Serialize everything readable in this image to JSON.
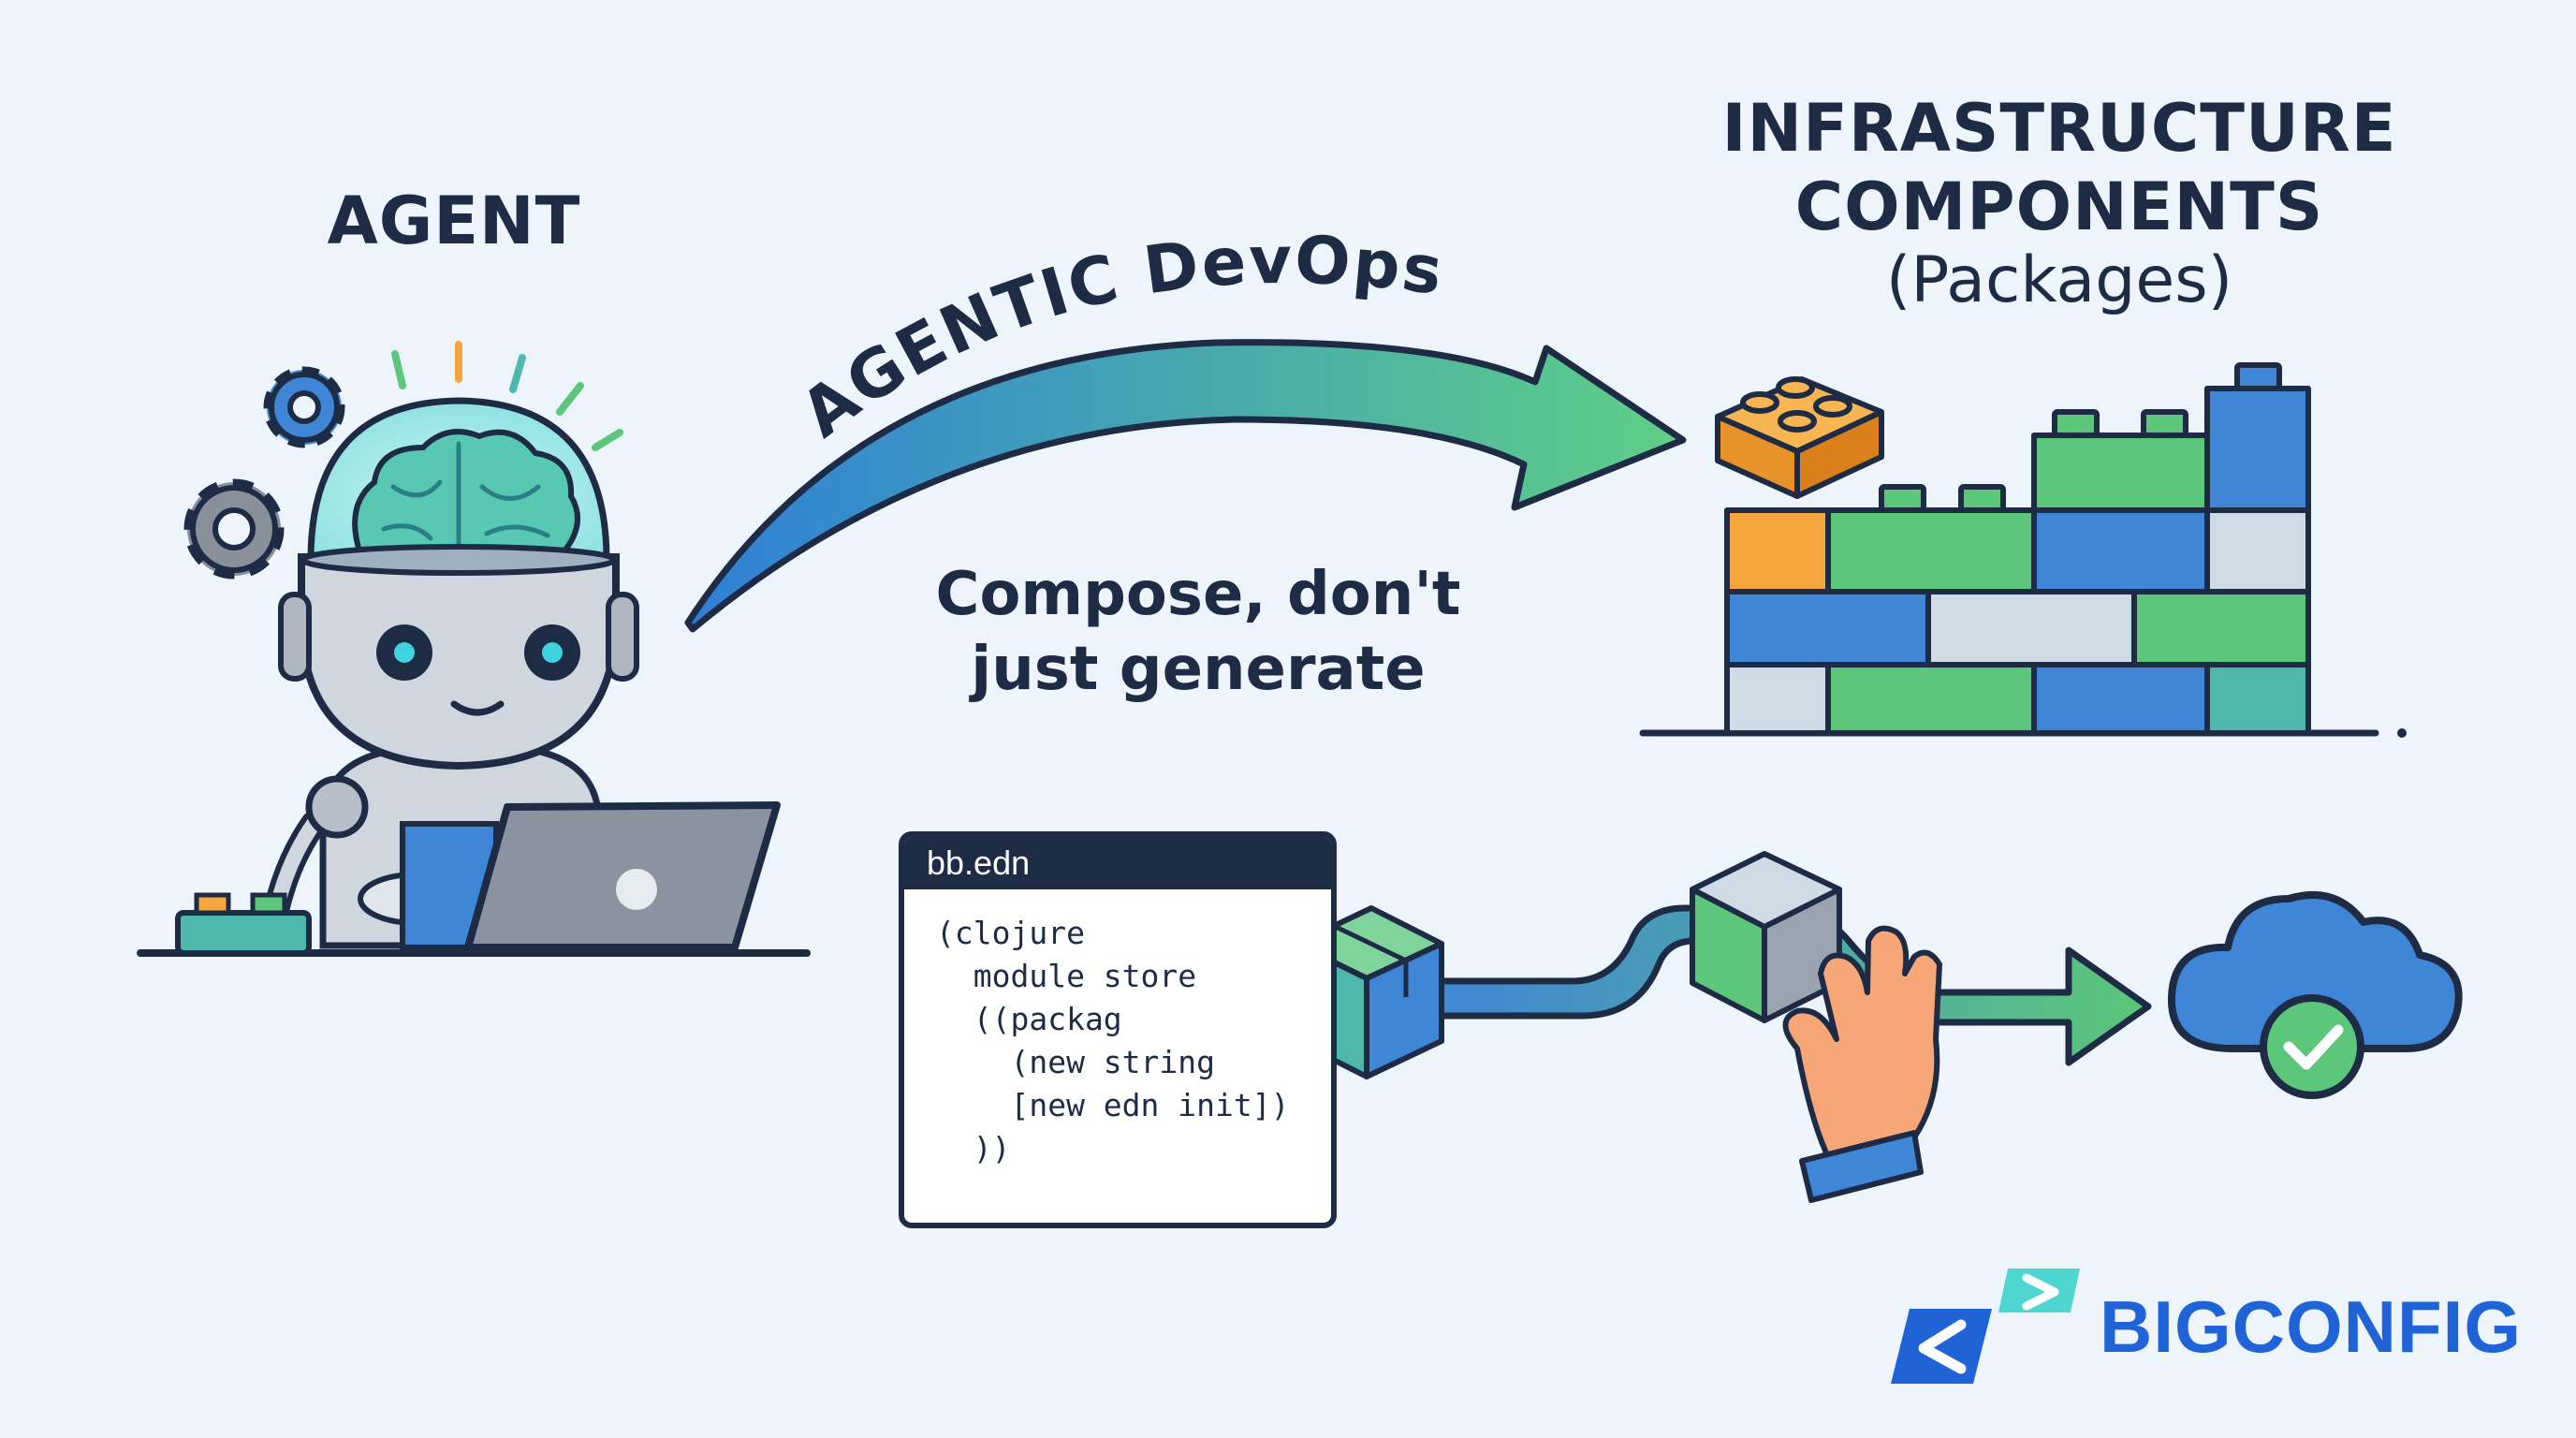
{
  "agent": {
    "title": "AGENT"
  },
  "arrow": {
    "label": "AGENTIC DevOps"
  },
  "tagline": {
    "line1": "Compose, don't",
    "line2": "just generate"
  },
  "infrastructure": {
    "title_line1": "INFRASTRUCTURE",
    "title_line2": "COMPONENTS",
    "subtitle": "(Packages)"
  },
  "code_window": {
    "filename": "bb.edn",
    "lines": [
      "(clojure",
      "  module store",
      "  ((packag",
      "    (new string",
      "    [new edn init])",
      "  ))"
    ]
  },
  "brand": {
    "name": "BIGCONFIG"
  },
  "colors": {
    "navy": "#1e2b45",
    "blue": "#3f86d6",
    "green": "#5cc67a",
    "teal": "#4fb8ad",
    "orange": "#f4a53c",
    "light_grey": "#cfdbe4",
    "brand_blue": "#1f63d6",
    "brand_cyan": "#4fd6d1"
  }
}
